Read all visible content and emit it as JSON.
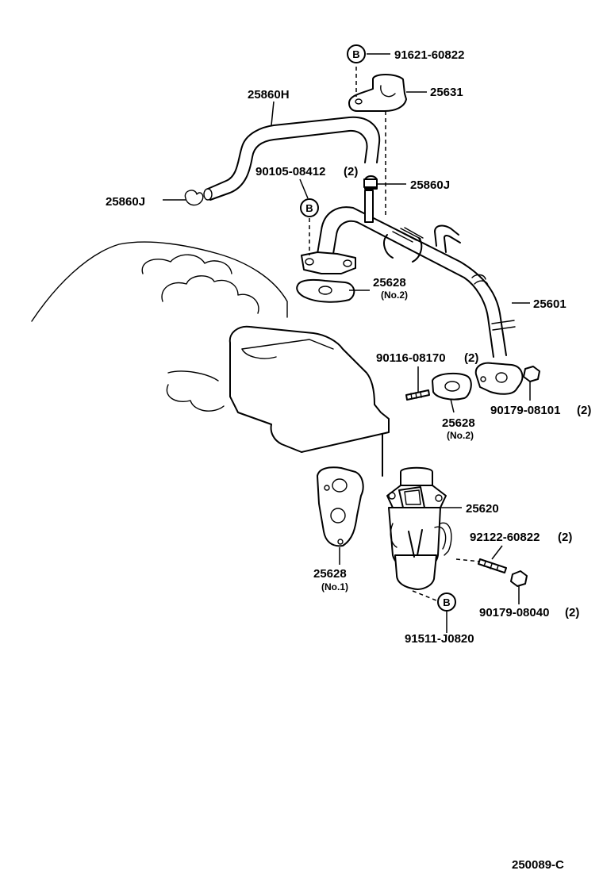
{
  "diagram": {
    "drawing_code": "250089-C",
    "callouts": {
      "p91621": {
        "num": "91621-60822",
        "ref": "B"
      },
      "p25631": {
        "num": "25631"
      },
      "p25860H": {
        "num": "25860H"
      },
      "p90105": {
        "num": "90105-08412",
        "qty": "(2)",
        "ref": "B"
      },
      "p25860J_right": {
        "num": "25860J"
      },
      "p25860J_left": {
        "num": "25860J"
      },
      "p25628_top": {
        "num": "25628",
        "note": "(No.2)"
      },
      "p25601": {
        "num": "25601"
      },
      "p90116": {
        "num": "90116-08170",
        "qty": "(2)"
      },
      "p25628_mid": {
        "num": "25628",
        "note": "(No.2)"
      },
      "p90179_08101": {
        "num": "90179-08101",
        "qty": "(2)"
      },
      "p25620": {
        "num": "25620"
      },
      "p92122": {
        "num": "92122-60822",
        "qty": "(2)"
      },
      "p25628_low": {
        "num": "25628",
        "note": "(No.1)"
      },
      "p90179_08040": {
        "num": "90179-08040",
        "qty": "(2)"
      },
      "p91511": {
        "num": "91511-J0820",
        "ref": "B"
      }
    }
  }
}
